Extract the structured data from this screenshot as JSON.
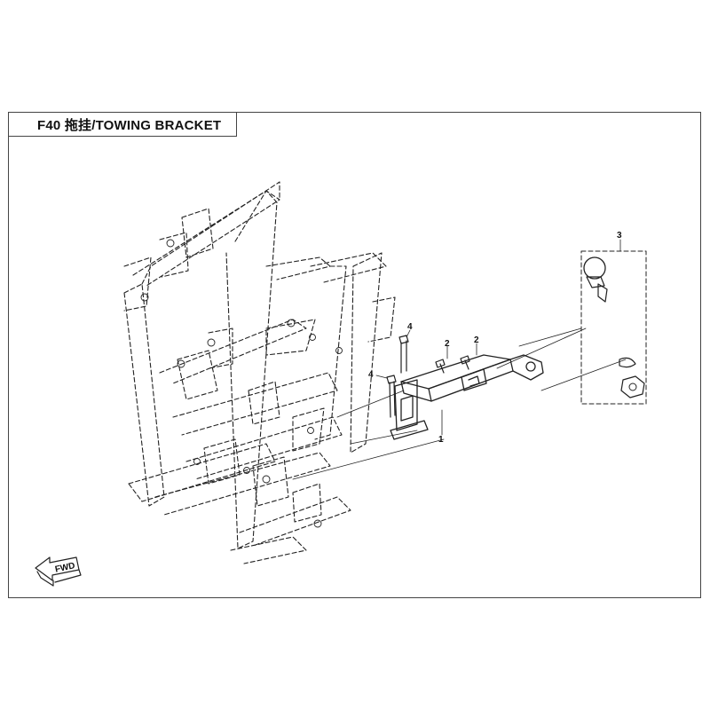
{
  "sheet": {
    "title": "F40 拖挂/TOWING BRACKET"
  },
  "callouts": {
    "part1": "1",
    "part2a": "2",
    "part2b": "2",
    "part3": "3",
    "part4a": "4",
    "part4b": "4"
  },
  "fwd_label": "FWD",
  "colors": {
    "line": "#222222",
    "background": "#ffffff"
  }
}
